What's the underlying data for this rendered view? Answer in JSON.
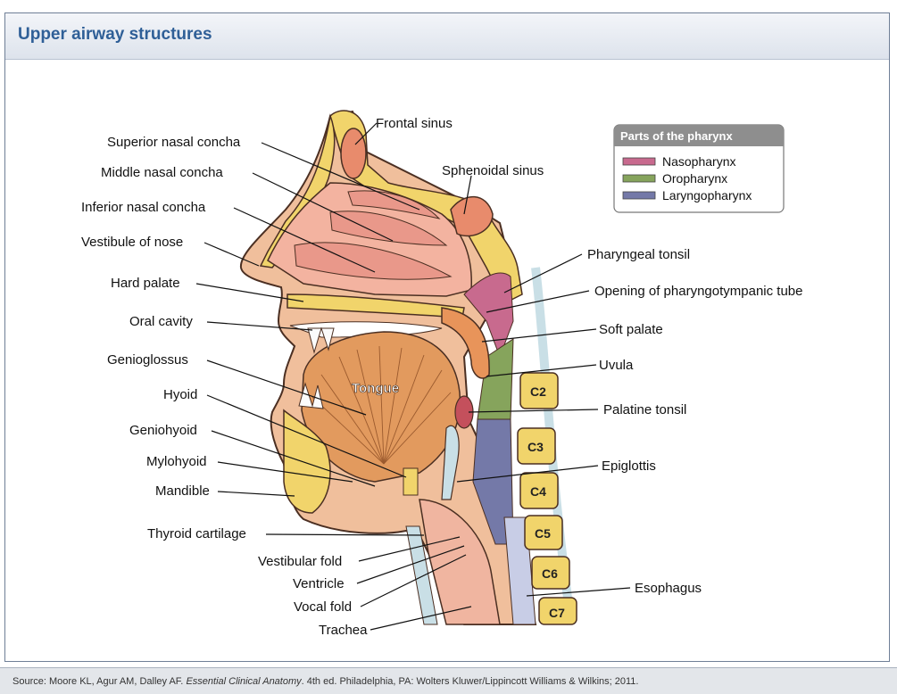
{
  "title": "Upper airway structures",
  "legend": {
    "title": "Parts of the pharynx",
    "items": [
      {
        "label": "Nasopharynx",
        "color": "#c86a8e"
      },
      {
        "label": "Oropharynx",
        "color": "#86a45c"
      },
      {
        "label": "Laryngopharynx",
        "color": "#7479a8"
      }
    ]
  },
  "labels": {
    "frontal_sinus": "Frontal sinus",
    "sphenoidal_sinus": "Sphenoidal sinus",
    "superior_nasal_concha": "Superior nasal concha",
    "middle_nasal_concha": "Middle nasal concha",
    "inferior_nasal_concha": "Inferior nasal concha",
    "vestibule_of_nose": "Vestibule of nose",
    "hard_palate": "Hard palate",
    "oral_cavity": "Oral cavity",
    "genioglossus": "Genioglossus",
    "hyoid": "Hyoid",
    "geniohyoid": "Geniohyoid",
    "mylohyoid": "Mylohyoid",
    "mandible": "Mandible",
    "thyroid_cartilage": "Thyroid cartilage",
    "vestibular_fold": "Vestibular fold",
    "ventricle": "Ventricle",
    "vocal_fold": "Vocal fold",
    "trachea": "Trachea",
    "pharyngeal_tonsil": "Pharyngeal tonsil",
    "opening_pharyngotympanic": "Opening of pharyngotympanic tube",
    "soft_palate": "Soft palate",
    "uvula": "Uvula",
    "palatine_tonsil": "Palatine tonsil",
    "epiglottis": "Epiglottis",
    "esophagus": "Esophagus",
    "tongue": "Tongue"
  },
  "vertebrae": [
    "C2",
    "C3",
    "C4",
    "C5",
    "C6",
    "C7"
  ],
  "source": {
    "prefix": "Source: Moore KL, Agur AM, Dalley AF.",
    "book": "Essential Clinical Anatomy",
    "suffix": ". 4th ed. Philadelphia, PA: Wolters Kluwer/Lippincott Williams & Wilkins; 2011."
  }
}
